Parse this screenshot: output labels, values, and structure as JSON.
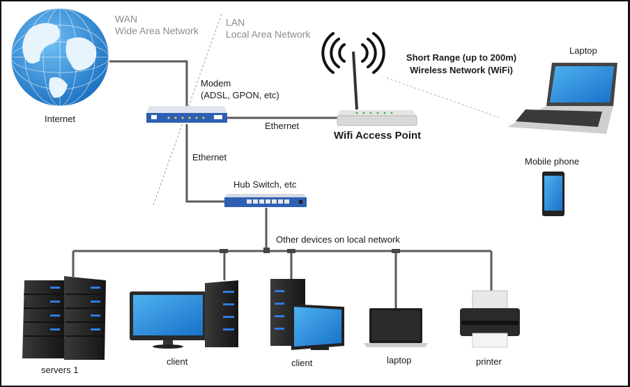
{
  "zones": {
    "wan": {
      "title": "WAN",
      "subtitle": "Wide Area Network"
    },
    "lan": {
      "title": "LAN",
      "subtitle": "Local Area Network"
    }
  },
  "nodes": {
    "internet": "Internet",
    "modem_line1": "Modem",
    "modem_line2": "(ADSL, GPON, etc)",
    "wifi_ap": "Wifi Access Point",
    "wifi_range_line1": "Short Range (up to 200m)",
    "wifi_range_line2": "Wireless Network (WiFi)",
    "laptop_top": "Laptop",
    "mobile": "Mobile phone",
    "hub": "Hub Switch, etc",
    "servers": "servers 1",
    "client1": "client",
    "client2": "client",
    "laptop_bottom": "laptop",
    "printer": "printer"
  },
  "links": {
    "ethernet_modem_ap": "Ethernet",
    "ethernet_modem_hub": "Ethernet",
    "local_bus": "Other devices on local network"
  },
  "colors": {
    "cable": "#5a5a5a",
    "device_blue": "#2f5fb3",
    "screen_blue": "#1e8fe0",
    "globe_blue": "#2a8bd6",
    "tower_dark": "#222222",
    "led_blue": "#2f7de0"
  }
}
